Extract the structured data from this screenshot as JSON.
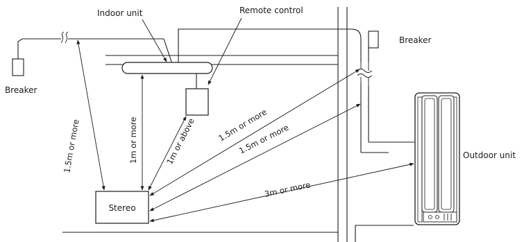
{
  "labels": {
    "indoor_unit": "Indoor unit",
    "remote_control": "Remote control",
    "breaker_left": "Breaker",
    "breaker_right": "Breaker",
    "outdoor_unit": "Outdoor unit",
    "stereo": "Stereo"
  },
  "distances": {
    "breaker_to_stereo": "1.5m or more",
    "indoor_to_stereo": "1m or more",
    "remote_to_stereo": "1m or above",
    "breaker_right_to_stereo": "1.5m or more",
    "wire_to_stereo": "1.5m or more",
    "outdoor_to_stereo": "3m or more"
  }
}
